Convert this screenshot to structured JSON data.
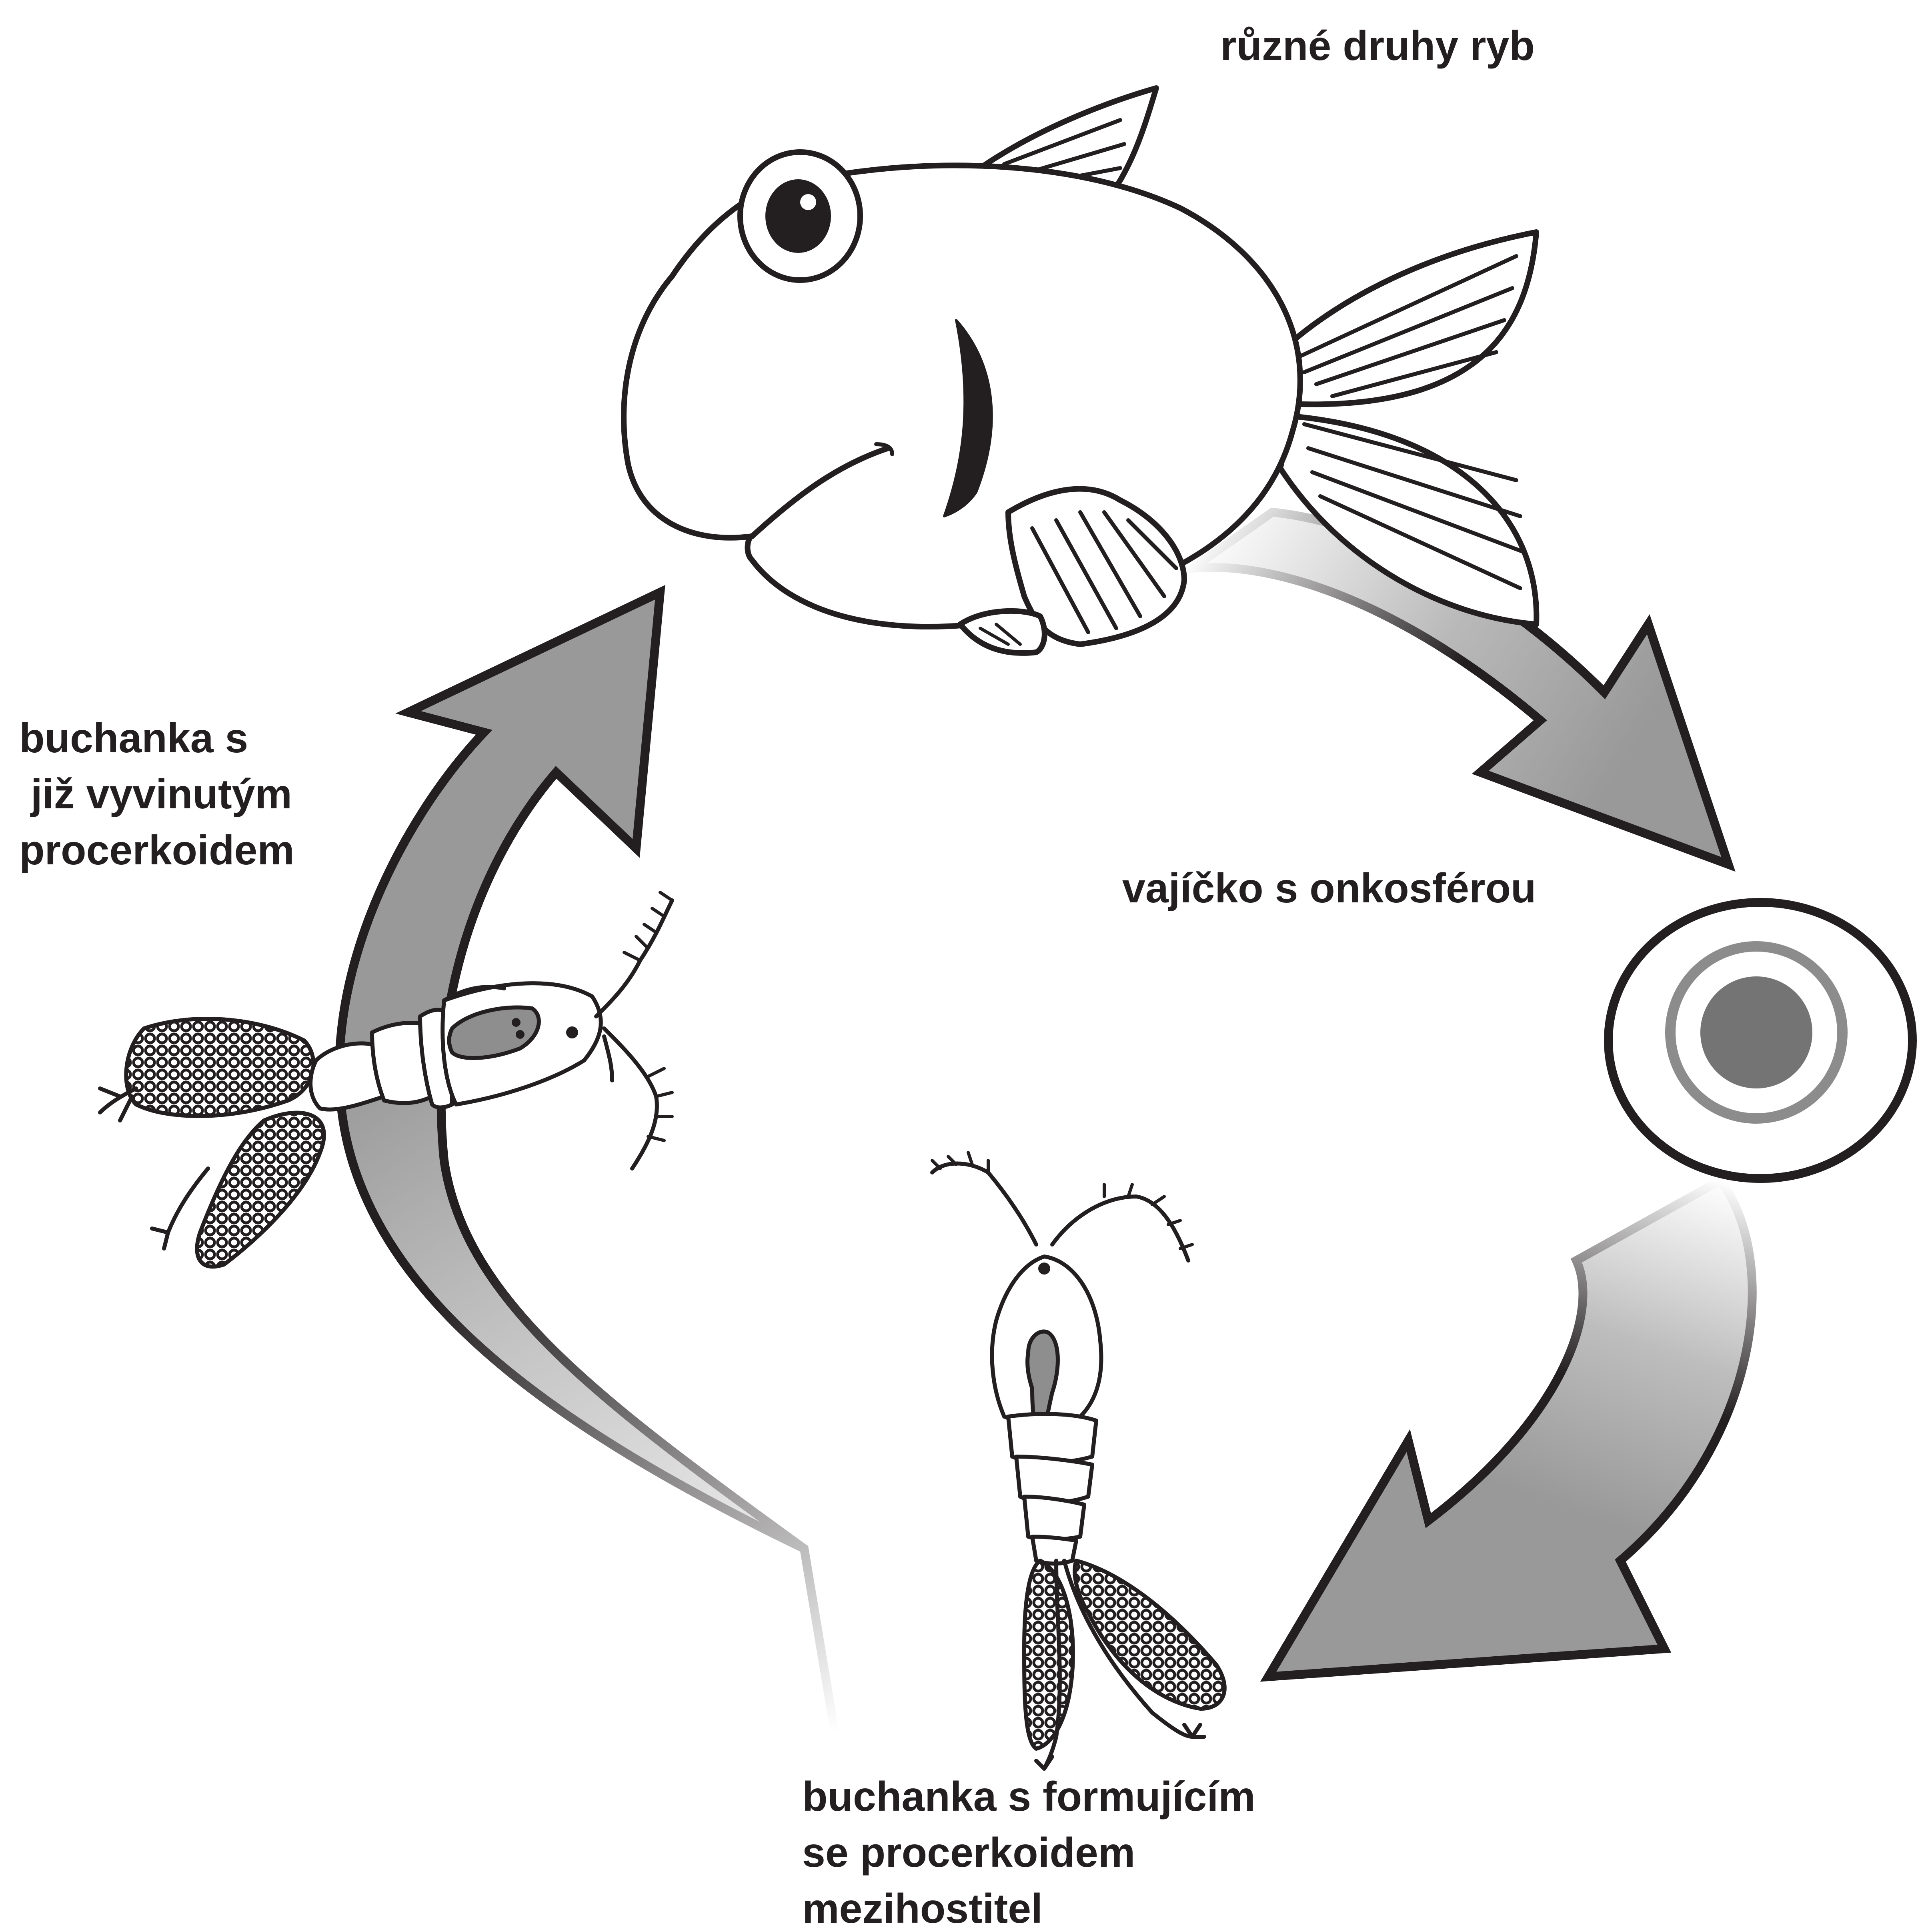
{
  "labels": {
    "fish": "různé druhy ryb",
    "egg": "vajíčko s onkosférou",
    "copepod_developed": [
      "buchanka s",
      " již vyvinutým",
      "procerkoidem"
    ],
    "copepod_forming": [
      "buchanka s formujícím",
      "se procerkoidem",
      "mezihostitel"
    ]
  },
  "icons": {
    "fish": "fish-icon",
    "egg": "egg-icon",
    "copepod_developed": "copepod-developed-icon",
    "copepod_forming": "copepod-forming-icon"
  },
  "colors": {
    "stroke": "#231f20",
    "arrow_fill": "#999999",
    "egg_ring": "#8c8c8c",
    "egg_core": "#747474",
    "procercoid": "#8e8e8e"
  }
}
